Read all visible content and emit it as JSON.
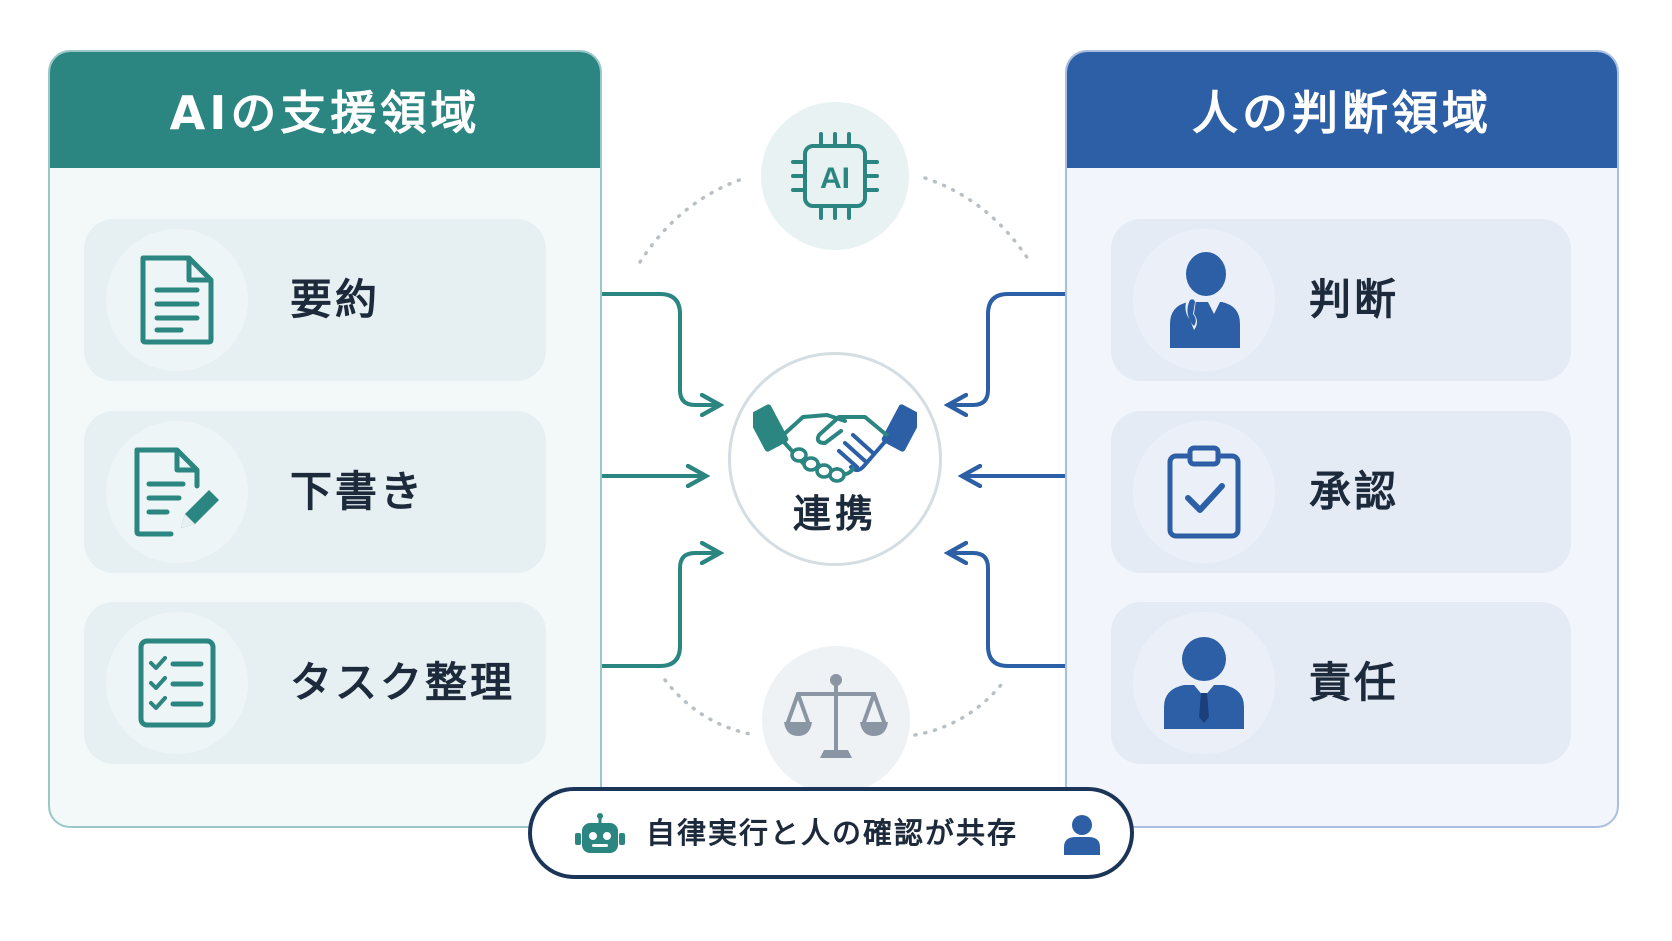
{
  "colors": {
    "ai_teal": "#2b8580",
    "human_blue": "#2c5fa5",
    "text_dark": "#1d2a3b",
    "pill_border": "#1b3558"
  },
  "left_panel": {
    "title": "AIの支援領域",
    "items": [
      {
        "label": "要約",
        "icon": "document-icon"
      },
      {
        "label": "下書き",
        "icon": "document-edit-icon"
      },
      {
        "label": "タスク整理",
        "icon": "checklist-icon"
      }
    ]
  },
  "right_panel": {
    "title": "人の判断領域",
    "items": [
      {
        "label": "判断",
        "icon": "thinking-person-icon"
      },
      {
        "label": "承認",
        "icon": "clipboard-check-icon"
      },
      {
        "label": "責任",
        "icon": "business-person-icon"
      }
    ]
  },
  "center": {
    "label": "連携",
    "icon": "handshake-icon",
    "top_badge": {
      "text": "AI",
      "icon": "ai-chip-icon"
    },
    "bottom_badge": {
      "icon": "scales-icon"
    }
  },
  "footer": {
    "text": "自律実行と人の確認が共存",
    "left_icon": "robot-icon",
    "right_icon": "person-icon"
  }
}
